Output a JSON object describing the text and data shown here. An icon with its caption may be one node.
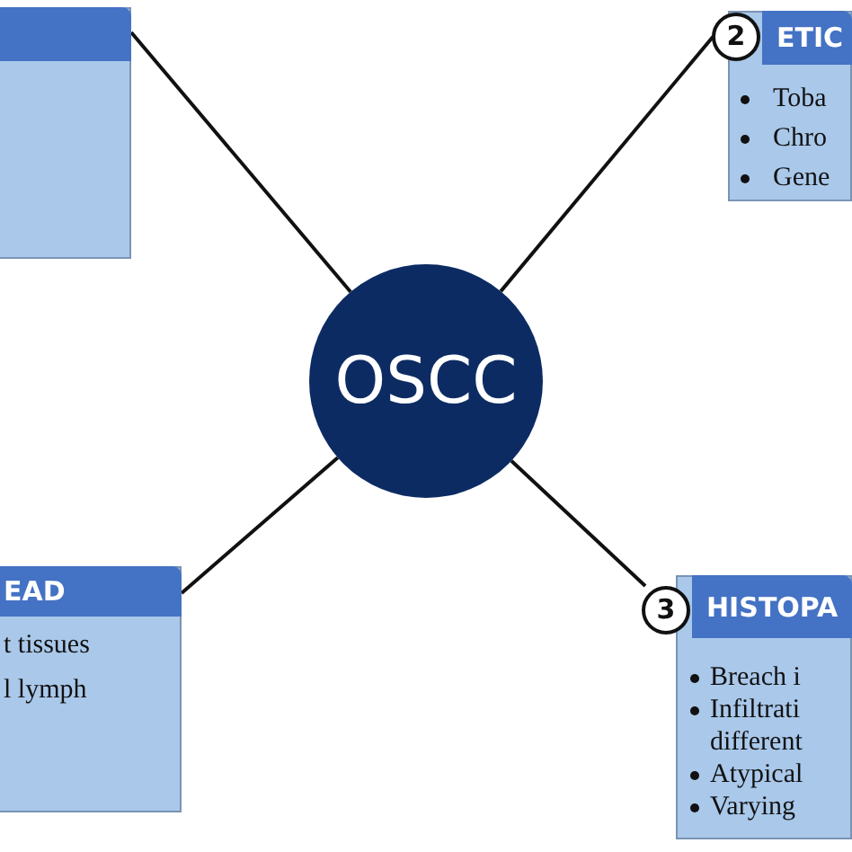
{
  "diagram": {
    "nodes": [
      {
        "text": [],
        "shape": "box"
      },
      {
        "text": [
          "OSCC"
        ]
      },
      {
        "text": [
          "2",
          "ETIC",
          "Toba",
          "Chro",
          "Gene"
        ]
      },
      {
        "text": [
          "EAD",
          "t tissues",
          "l lymph"
        ]
      },
      {
        "text": [
          "3",
          "HISTOPA",
          "Breach i",
          "Infiltrati different",
          "Atypical",
          "Varying"
        ]
      }
    ],
    "edges": [
      {
        "from": 1,
        "to": 0,
        "arrow": "none"
      },
      {
        "from": 1,
        "to": 2,
        "arrow": "none"
      },
      {
        "from": 1,
        "to": 3,
        "arrow": "none"
      },
      {
        "from": 1,
        "to": 4,
        "arrow": "none"
      }
    ]
  }
}
